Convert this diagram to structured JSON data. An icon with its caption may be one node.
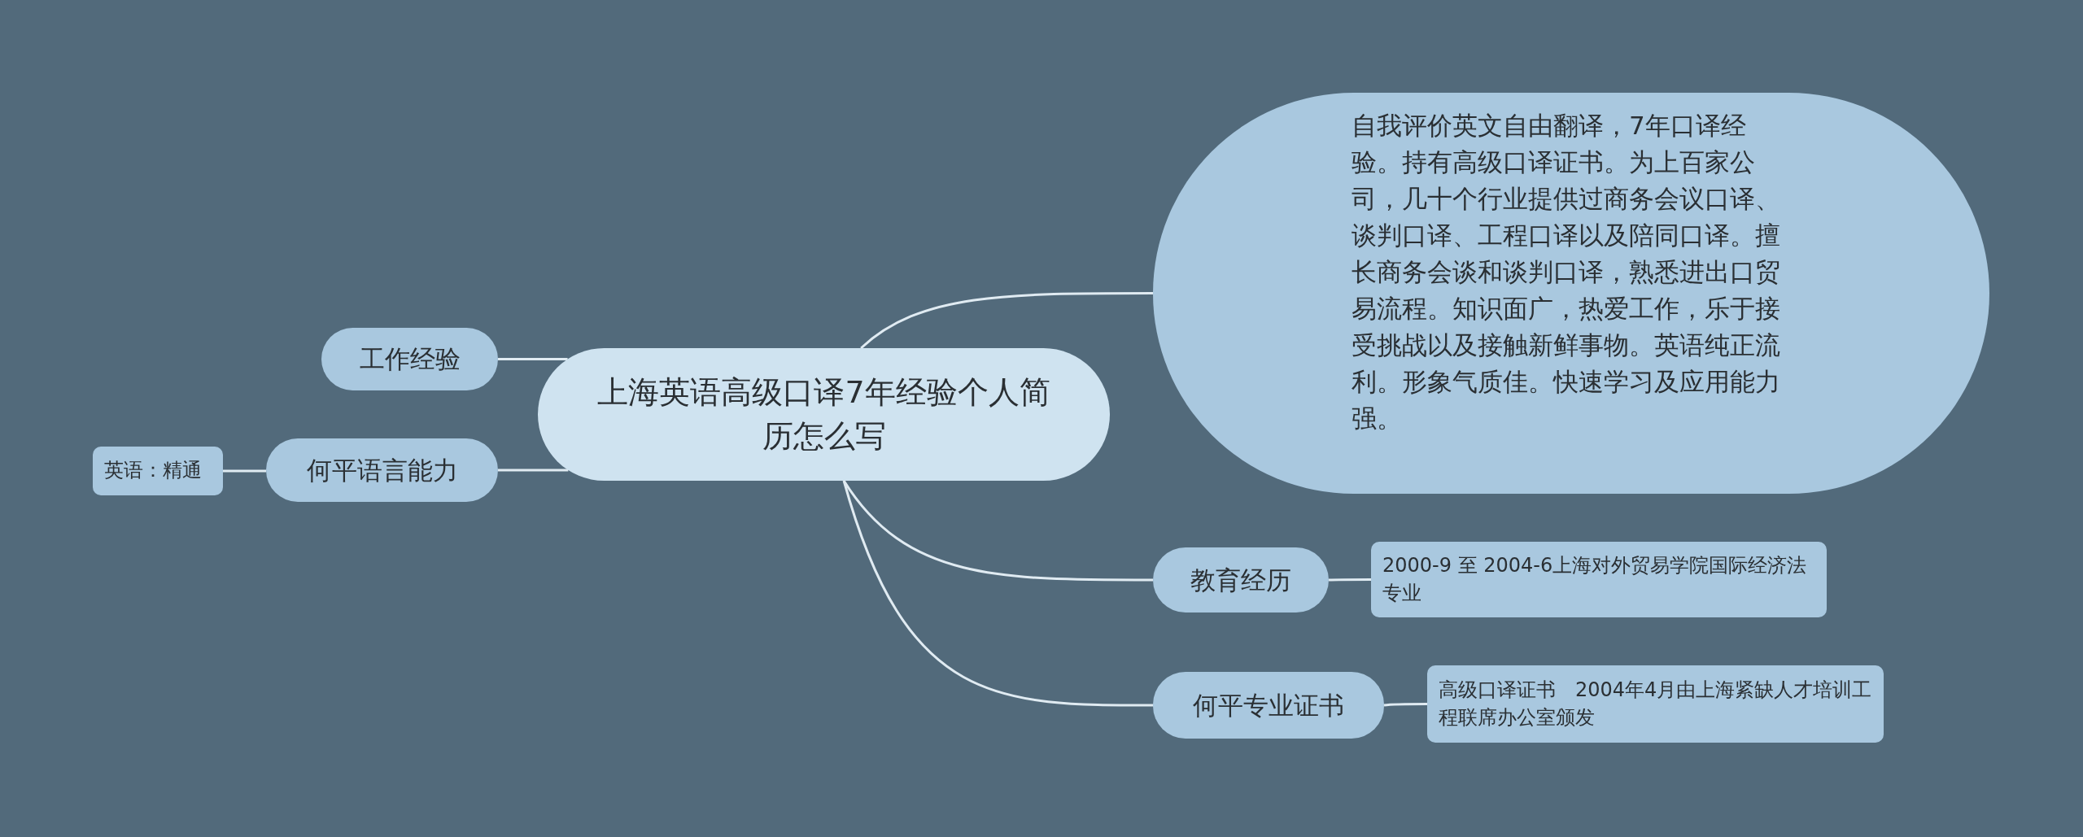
{
  "diagram": {
    "nodes": [
      {
        "text": [
          "上海英语高级口译7年经验个人简历怎么写"
        ]
      },
      {
        "text": [
          "工作经验"
        ]
      },
      {
        "text": [
          "何平语言能力"
        ]
      },
      {
        "text": [
          "英语：精通"
        ]
      },
      {
        "text": [
          "自我评价英文自由翻译，7年口译经验。持有高级口译证书。为上百家公司，几十个行业提供过商务会议口译、谈判口译、工程口译以及陪同口译。擅长商务会谈和谈判口译，熟悉进出口贸易流程。知识面广，热爱工作，乐于接受挑战以及接触新鲜事物。英语纯正流利。形象气质佳。快速学习及应用能力强。"
        ]
      },
      {
        "text": [
          "教育经历"
        ]
      },
      {
        "text": [
          "2000-9 至 2004-6上海对外贸易学院国际经济法专业"
        ]
      },
      {
        "text": [
          "何平专业证书"
        ]
      },
      {
        "text": [
          "高级口译证书　2004年4月由上海紧缺人才培训工程联席办公室颁发"
        ]
      }
    ],
    "edges": [
      {
        "from": 0,
        "to": 1,
        "arrow": "none"
      },
      {
        "from": 0,
        "to": 2,
        "arrow": "none"
      },
      {
        "from": 2,
        "to": 3,
        "arrow": "none"
      },
      {
        "from": 0,
        "to": 4,
        "arrow": "none"
      },
      {
        "from": 0,
        "to": 5,
        "arrow": "none"
      },
      {
        "from": 5,
        "to": 6,
        "arrow": "none"
      },
      {
        "from": 0,
        "to": 7,
        "arrow": "none"
      },
      {
        "from": 7,
        "to": 8,
        "arrow": "none"
      }
    ]
  }
}
